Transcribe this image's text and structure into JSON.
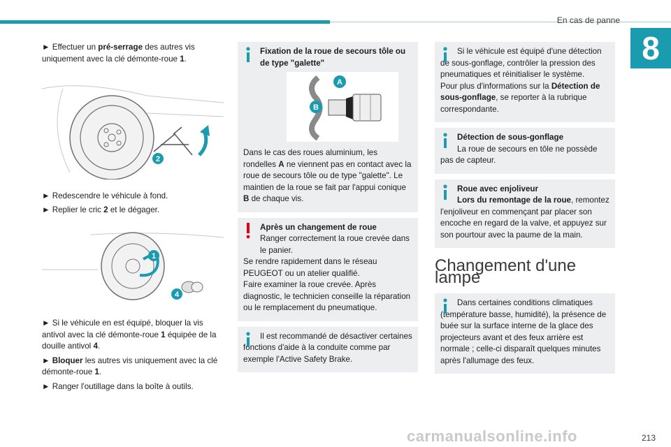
{
  "header": {
    "section": "En cas de panne",
    "chapter": "8"
  },
  "col1": {
    "step1": {
      "arrow": "►",
      "pre": " Effectuer un ",
      "bold": "pré-serrage",
      "post": " des autres vis uniquement avec la clé démonte-roue ",
      "num": "1",
      "end": "."
    },
    "step2": {
      "arrow": "►",
      "text": " Redescendre le véhicule à fond."
    },
    "step3": {
      "arrow": "►",
      "pre": " Replier le cric ",
      "num": "2",
      "post": " et le dégager."
    },
    "step4": {
      "arrow": "►",
      "pre": " Si le véhicule en est équipé, bloquer la vis antivol avec la clé démonte-roue ",
      "num1": "1",
      "mid": " équipée de la douille antivol ",
      "num2": "4",
      "end": "."
    },
    "step5": {
      "arrow": "►",
      "bold": " Bloquer",
      "post": " les autres vis uniquement avec la clé démonte-roue ",
      "num": "1",
      "end": "."
    },
    "step6": {
      "arrow": "►",
      "text": " Ranger l'outillage dans la boîte à outils."
    },
    "fig1_label": "2",
    "fig2_label1": "1",
    "fig2_label2": "4"
  },
  "col2": {
    "box1": {
      "title": "Fixation de la roue de secours tôle ou de type \"galette\"",
      "fig_labels": [
        "A",
        "B"
      ],
      "body_pre": "Dans le cas des roues aluminium, les rondelles ",
      "body_a": "A",
      "body_mid": " ne viennent pas en contact avec la roue de secours tôle ou de type \"galette\". Le maintien de la roue se fait par l'appui conique ",
      "body_b": "B",
      "body_end": " de chaque vis."
    },
    "box2": {
      "title": "Après un changement de roue",
      "line1": "Ranger correctement la roue crevée dans le panier.",
      "line2": "Se rendre rapidement dans le réseau PEUGEOT ou un atelier qualifié.",
      "line3": "Faire examiner la roue crevée. Après diagnostic, le technicien conseille la réparation ou le remplacement du pneumatique."
    },
    "box3": {
      "text": "Il est recommandé de désactiver certaines fonctions d'aide à la conduite comme par exemple l'Active Safety Brake."
    }
  },
  "col3": {
    "box1": {
      "line1": "Si le véhicule est équipé d'une détection de sous-gonflage, contrôler la pression des pneumatiques et réinitialiser le système.",
      "line2_pre": "Pour plus d'informations sur la ",
      "line2_bold": "Détection de sous-gonflage",
      "line2_end": ", se reporter à la rubrique correspondante."
    },
    "box2": {
      "title": "Détection de sous-gonflage",
      "text": "La roue de secours en tôle ne possède pas de capteur."
    },
    "box3": {
      "title": "Roue avec enjoliveur",
      "bold": "Lors du remontage de la roue",
      "text": ", remontez l'enjoliveur en commençant par placer son encoche en regard de la valve, et appuyez sur son pourtour avec la paume de la main."
    },
    "heading": "Changement d'une lampe",
    "box4": {
      "text": "Dans certaines conditions climatiques (température basse, humidité), la présence de buée sur la surface interne de la glace des projecteurs avant et des feux arrière est normale ; celle-ci disparaît quelques minutes après l'allumage des feux."
    }
  },
  "footer": {
    "page": "213",
    "watermark": "carmanualsonline.info"
  },
  "colors": {
    "accent": "#1b9bb0",
    "warning": "#e2001a",
    "box": "#eceef0"
  },
  "icons": [
    "info-icon",
    "warning-icon"
  ]
}
